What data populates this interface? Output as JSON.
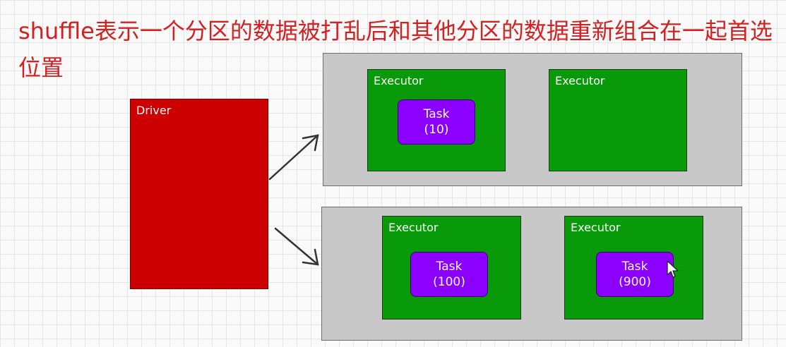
{
  "title": "shuffle表示一个分区的数据被打乱后和其他分区的数据重新组合在一起首选位置",
  "driver": {
    "label": "Driver"
  },
  "nodes": [
    {
      "executors": [
        {
          "label": "Executor",
          "task": {
            "label": "Task",
            "value": "(10)"
          }
        },
        {
          "label": "Executor"
        }
      ]
    },
    {
      "executors": [
        {
          "label": "Executor",
          "task": {
            "label": "Task",
            "value": "(100)"
          }
        },
        {
          "label": "Executor",
          "task": {
            "label": "Task",
            "value": "(900)"
          }
        }
      ]
    }
  ],
  "colors": {
    "title": "#d32020",
    "driver": "#cc0000",
    "node": "#c8c8c8",
    "executor": "#089a08",
    "task": "#8c00ff"
  },
  "icons": {
    "cursor": "mouse-pointer-icon"
  }
}
